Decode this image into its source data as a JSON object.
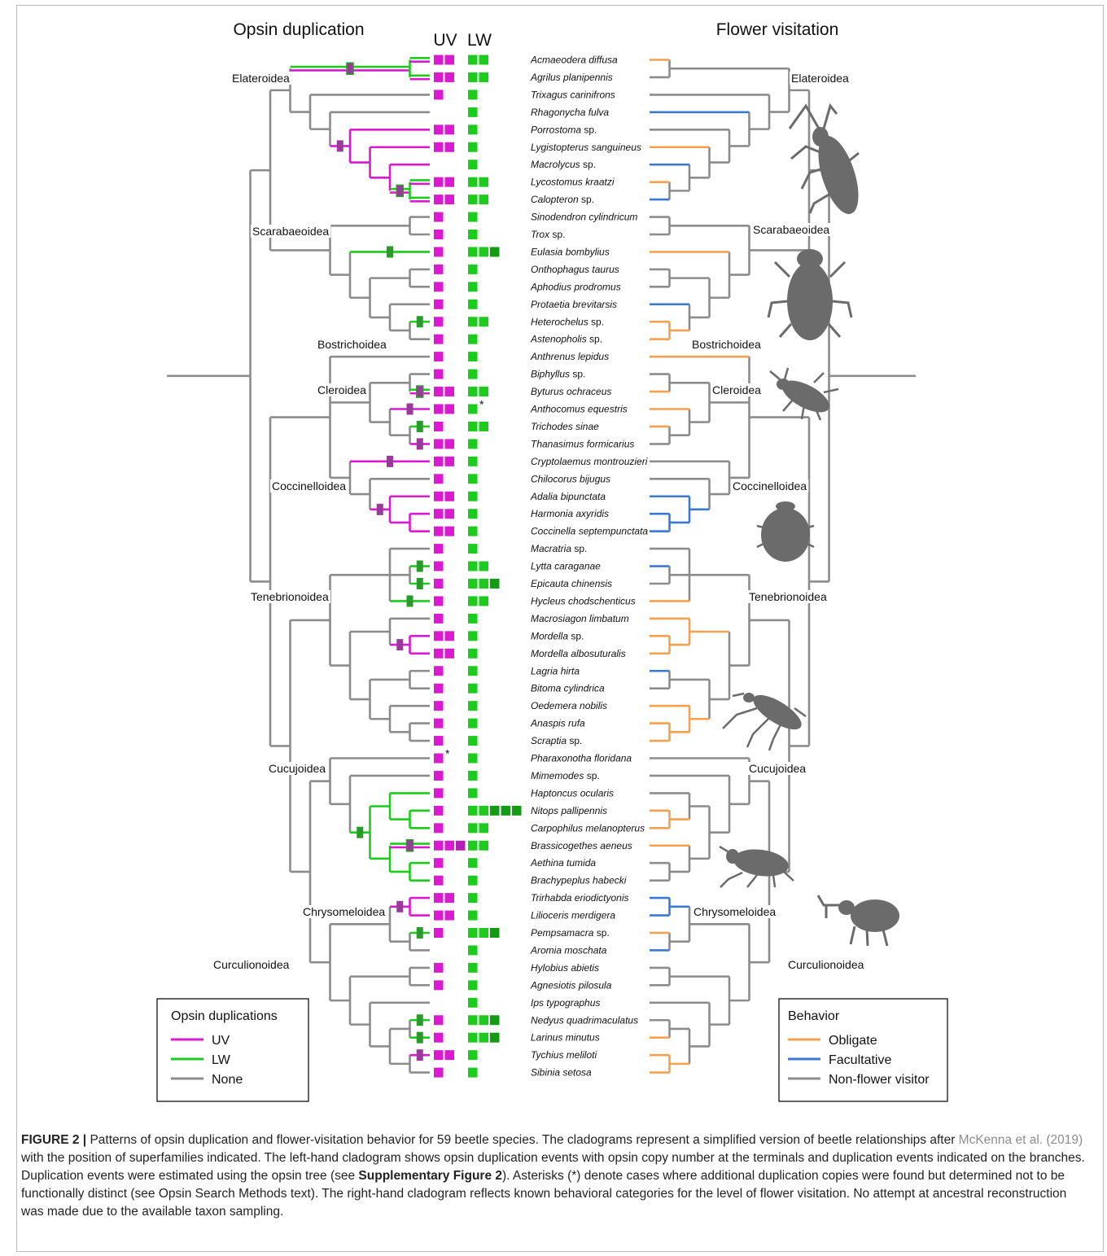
{
  "headers": {
    "left": "Opsin duplication",
    "right": "Flower visitation",
    "uv": "UV",
    "lw": "LW"
  },
  "colors": {
    "uv": "#d91ad1",
    "lw": "#1ccc1c",
    "lw_dark": "#159a15",
    "none": "#8c8c8c",
    "obligate": "#f5a04f",
    "facultative": "#3a78d4",
    "mark_uv": "#9a3a9a",
    "mark_lw": "#2a9a2a",
    "silhouette": "#6b6b6b"
  },
  "species": [
    {
      "name": "Acmaeodera diffusa",
      "uv": 2,
      "lw": 2,
      "behavior": "obligate"
    },
    {
      "name": "Agrilus planipennis",
      "uv": 2,
      "lw": 2,
      "behavior": "none"
    },
    {
      "name": "Trixagus carinifrons",
      "uv": 1,
      "lw": 1,
      "behavior": "none"
    },
    {
      "name": "Rhagonycha fulva",
      "uv": 0,
      "lw": 1,
      "behavior": "facultative"
    },
    {
      "name": "Porrostoma",
      "suffix": " sp.",
      "uv": 2,
      "lw": 1,
      "behavior": "none"
    },
    {
      "name": "Lygistopterus sanguineus",
      "uv": 2,
      "lw": 1,
      "behavior": "obligate"
    },
    {
      "name": "Macrolycus",
      "suffix": " sp.",
      "uv": 0,
      "lw": 1,
      "behavior": "facultative"
    },
    {
      "name": "Lycostomus kraatzi",
      "uv": 2,
      "lw": 2,
      "behavior": "obligate"
    },
    {
      "name": "Calopteron",
      "suffix": " sp.",
      "uv": 2,
      "lw": 2,
      "behavior": "facultative"
    },
    {
      "name": "Sinodendron cylindricum",
      "uv": 1,
      "lw": 1,
      "behavior": "none"
    },
    {
      "name": "Trox",
      "suffix": " sp.",
      "uv": 1,
      "lw": 1,
      "behavior": "none"
    },
    {
      "name": "Eulasia bombylius",
      "uv": 1,
      "lw": 3,
      "behavior": "obligate"
    },
    {
      "name": "Onthophagus taurus",
      "uv": 1,
      "lw": 1,
      "behavior": "none"
    },
    {
      "name": "Aphodius prodromus",
      "uv": 1,
      "lw": 1,
      "behavior": "none"
    },
    {
      "name": "Protaetia brevitarsis",
      "uv": 1,
      "lw": 1,
      "behavior": "facultative"
    },
    {
      "name": "Heterochelus",
      "suffix": " sp.",
      "uv": 1,
      "lw": 2,
      "behavior": "obligate"
    },
    {
      "name": "Astenopholis",
      "suffix": " sp.",
      "uv": 1,
      "lw": 1,
      "behavior": "obligate"
    },
    {
      "name": "Anthrenus lepidus",
      "uv": 1,
      "lw": 1,
      "behavior": "obligate"
    },
    {
      "name": "Biphyllus",
      "suffix": " sp.",
      "uv": 1,
      "lw": 1,
      "behavior": "none"
    },
    {
      "name": "Byturus ochraceus",
      "uv": 2,
      "lw": 2,
      "behavior": "obligate"
    },
    {
      "name": "Anthocomus equestris",
      "uv": 2,
      "lw": 1,
      "lwStar": true,
      "behavior": "obligate"
    },
    {
      "name": "Trichodes sinae",
      "uv": 1,
      "lw": 2,
      "behavior": "obligate"
    },
    {
      "name": "Thanasimus formicarius",
      "uv": 2,
      "lw": 1,
      "behavior": "none"
    },
    {
      "name": "Cryptolaemus montrouzieri",
      "uv": 2,
      "lw": 1,
      "behavior": "none"
    },
    {
      "name": "Chilocorus bijugus",
      "uv": 1,
      "lw": 1,
      "behavior": "none"
    },
    {
      "name": "Adalia bipunctata",
      "uv": 2,
      "lw": 1,
      "behavior": "facultative"
    },
    {
      "name": "Harmonia axyridis",
      "uv": 2,
      "lw": 1,
      "behavior": "facultative"
    },
    {
      "name": "Coccinella septempunctata",
      "uv": 2,
      "lw": 1,
      "behavior": "facultative"
    },
    {
      "name": "Macratria",
      "suffix": " sp.",
      "uv": 1,
      "lw": 1,
      "behavior": "none"
    },
    {
      "name": "Lytta caraganae",
      "uv": 1,
      "lw": 2,
      "behavior": "facultative"
    },
    {
      "name": "Epicauta chinensis",
      "uv": 1,
      "lw": 3,
      "behavior": "none"
    },
    {
      "name": "Hycleus chodschenticus",
      "uv": 1,
      "lw": 2,
      "behavior": "obligate"
    },
    {
      "name": "Macrosiagon limbatum",
      "uv": 1,
      "lw": 1,
      "behavior": "obligate"
    },
    {
      "name": "Mordella",
      "suffix": " sp.",
      "uv": 2,
      "lw": 1,
      "behavior": "obligate"
    },
    {
      "name": "Mordella albosuturalis",
      "uv": 2,
      "lw": 1,
      "behavior": "obligate"
    },
    {
      "name": "Lagria hirta",
      "uv": 1,
      "lw": 1,
      "behavior": "facultative"
    },
    {
      "name": "Bitoma cylindrica",
      "uv": 1,
      "lw": 1,
      "behavior": "none"
    },
    {
      "name": "Oedemera nobilis",
      "uv": 1,
      "lw": 1,
      "behavior": "obligate"
    },
    {
      "name": "Anaspis rufa",
      "uv": 1,
      "lw": 1,
      "behavior": "obligate"
    },
    {
      "name": "Scraptia",
      "suffix": " sp.",
      "uv": 1,
      "lw": 1,
      "behavior": "obligate"
    },
    {
      "name": "Pharaxonotha floridana",
      "uv": 1,
      "uvStar": true,
      "lw": 1,
      "behavior": "none"
    },
    {
      "name": "Mimemodes",
      "suffix": " sp.",
      "uv": 1,
      "lw": 1,
      "behavior": "none"
    },
    {
      "name": "Haptoncus ocularis",
      "uv": 1,
      "lw": 1,
      "behavior": "none"
    },
    {
      "name": "Nitops pallipennis",
      "uv": 1,
      "lw": 5,
      "behavior": "obligate"
    },
    {
      "name": "Carpophilus melanopterus",
      "uv": 1,
      "lw": 2,
      "behavior": "obligate"
    },
    {
      "name": "Brassicogethes aeneus",
      "uv": 3,
      "lw": 2,
      "behavior": "obligate"
    },
    {
      "name": "Aethina tumida",
      "uv": 1,
      "lw": 1,
      "behavior": "none"
    },
    {
      "name": "Brachypeplus habecki",
      "uv": 1,
      "lw": 1,
      "behavior": "none"
    },
    {
      "name": "Trirhabda eriodictyonis",
      "uv": 2,
      "lw": 1,
      "behavior": "facultative"
    },
    {
      "name": "Lilioceris merdigera",
      "uv": 2,
      "lw": 1,
      "behavior": "facultative"
    },
    {
      "name": "Pempsamacra",
      "suffix": " sp.",
      "uv": 1,
      "lw": 3,
      "behavior": "obligate"
    },
    {
      "name": "Aromia moschata",
      "uv": 0,
      "lw": 1,
      "behavior": "facultative"
    },
    {
      "name": "Hylobius abietis",
      "uv": 1,
      "lw": 1,
      "behavior": "none"
    },
    {
      "name": "Agnesiotis pilosula",
      "uv": 1,
      "lw": 1,
      "behavior": "none"
    },
    {
      "name": "Ips typographus",
      "uv": 0,
      "lw": 1,
      "behavior": "none"
    },
    {
      "name": "Nedyus quadrimaculatus",
      "uv": 1,
      "lw": 3,
      "behavior": "none"
    },
    {
      "name": "Larinus minutus",
      "uv": 1,
      "lw": 3,
      "behavior": "obligate"
    },
    {
      "name": "Tychius meliloti",
      "uv": 2,
      "lw": 1,
      "behavior": "obligate"
    },
    {
      "name": "Sibinia setosa",
      "uv": 1,
      "lw": 1,
      "behavior": "obligate"
    }
  ],
  "superfamilies": [
    "Elateroidea",
    "Scarabaeoidea",
    "Bostrichoidea",
    "Cleroidea",
    "Coccinelloidea",
    "Tenebrionoidea",
    "Cucujoidea",
    "Chrysomeloidea",
    "Curculionoidea"
  ],
  "legend_left": {
    "title": "Opsin duplications",
    "items": [
      "UV",
      "LW",
      "None"
    ]
  },
  "legend_right": {
    "title": "Behavior",
    "items": [
      "Obligate",
      "Facultative",
      "Non-flower visitor"
    ]
  },
  "caption": {
    "label": "FIGURE 2 |",
    "text1": " Patterns of opsin duplication and flower-visitation behavior for 59 beetle species. The cladograms represent a simplified version of beetle relationships after ",
    "ref": "McKenna et al. (2019)",
    "text2": " with the position of superfamilies indicated. The left-hand cladogram shows opsin duplication events with opsin copy number at the terminals and duplication events indicated on the branches. Duplication events were estimated using the opsin tree (see ",
    "bold": "Supplementary Figure 2",
    "text3": "). Asterisks (*) denote cases where additional duplication copies were found but determined not to be functionally distinct (see Opsin Search Methods text). The right-hand cladogram reflects known behavioral categories for the level of flower visitation. No attempt at ancestral reconstruction was made due to the available taxon sampling."
  }
}
